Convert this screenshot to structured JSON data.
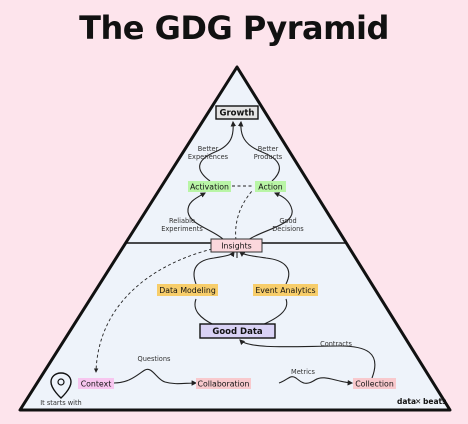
{
  "title": "The GDG Pyramid",
  "nodes": {
    "growth": "Growth",
    "activation": "Activation",
    "action": "Action",
    "insights": "Insights",
    "data_modeling": "Data Modeling",
    "event_analytics": "Event Analytics",
    "good_data": "Good Data",
    "context": "Context",
    "collaboration": "Collaboration",
    "collection": "Collection"
  },
  "labels": {
    "better_experiences_1": "Better",
    "better_experiences_2": "Experiences",
    "better_products_1": "Better",
    "better_products_2": "Products",
    "reliable_experiments_1": "Reliable",
    "reliable_experiments_2": "Experiments",
    "good_decisions_1": "Good",
    "good_decisions_2": "Decisions",
    "questions": "Questions",
    "metrics": "Metrics",
    "contracts": "Contracts",
    "it_starts_with": "It starts with"
  },
  "brand": {
    "left": "data",
    "mid": "✕",
    "right": "beats"
  },
  "colors": {
    "background": "#fde4ec",
    "pyramid_fill": "#eef3fa",
    "activation": "#b9f5a6",
    "action": "#b9f5a6",
    "data_modeling": "#f7cd6a",
    "event_analytics": "#f7cd6a",
    "good_data": "#d9d2f5",
    "growth": "#e4e4e4",
    "insights": "#fbd7dc",
    "context": "#f7c6ef",
    "collaboration": "#f8c9cd",
    "collection": "#f8c9cd"
  }
}
